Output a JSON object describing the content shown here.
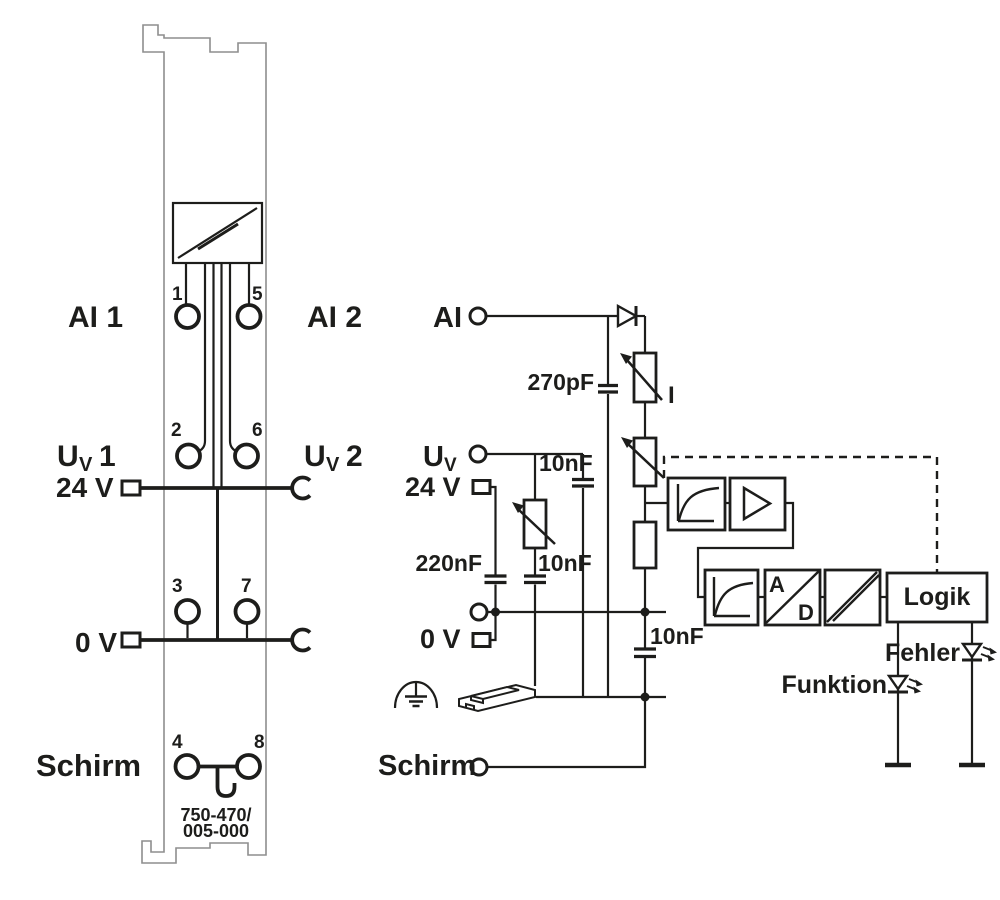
{
  "colors": {
    "ink": "#1d1d1b",
    "module_outline": "#8e8e8e",
    "background": "#ffffff"
  },
  "module": {
    "part_number_line1": "750-470/",
    "part_number_line2": "005-000",
    "channel_labels": {
      "ai1": "AI 1",
      "ai2": "AI 2",
      "uv1": {
        "base": "U",
        "sub": "V",
        "num": "1"
      },
      "uv2": {
        "base": "U",
        "sub": "V",
        "num": "2"
      },
      "v24": "24 V",
      "v0": "0 V",
      "schirm": "Schirm"
    },
    "terminals": [
      "1",
      "2",
      "3",
      "4",
      "5",
      "6",
      "7",
      "8"
    ]
  },
  "schematic": {
    "inputs": {
      "ai": "AI",
      "uv": {
        "base": "U",
        "sub": "V"
      },
      "v24": "24 V",
      "v0": "0 V",
      "schirm": "Schirm"
    },
    "components": {
      "c270": "270pF",
      "c10_uv": "10nF",
      "c220": "220nF",
      "c10_mid": "10nF",
      "c10_out": "10nF",
      "current_label": "I"
    },
    "blocks": {
      "adc_a": "A",
      "adc_d": "D",
      "logic": "Logik"
    },
    "leds": {
      "error": "Fehler",
      "function": "Funktion"
    }
  }
}
